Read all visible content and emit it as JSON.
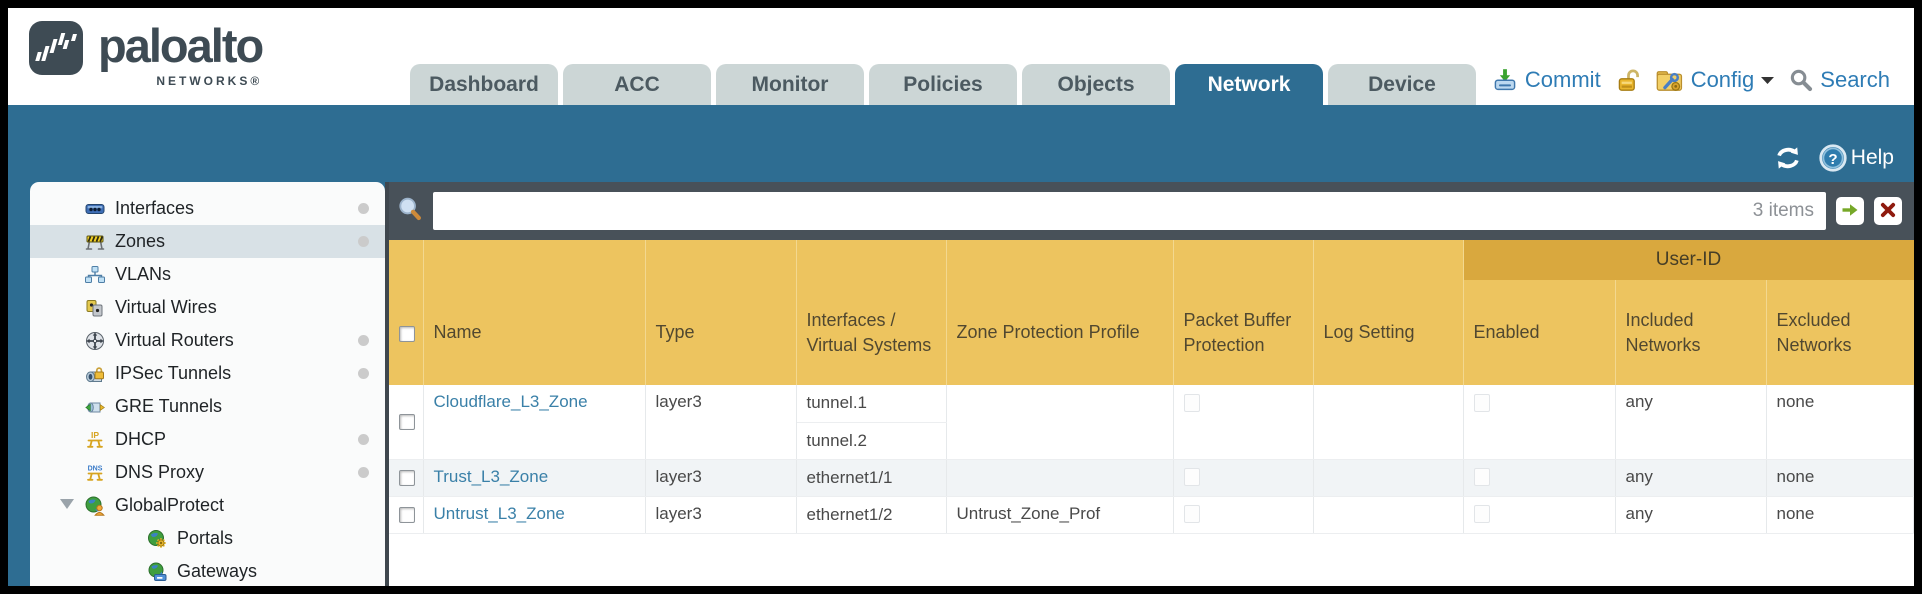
{
  "header": {
    "brand": {
      "name": "paloalto",
      "sub": "NETWORKS®"
    },
    "tabs": [
      {
        "label": "Dashboard",
        "active": false
      },
      {
        "label": "ACC",
        "active": false
      },
      {
        "label": "Monitor",
        "active": false
      },
      {
        "label": "Policies",
        "active": false
      },
      {
        "label": "Objects",
        "active": false
      },
      {
        "label": "Network",
        "active": true
      },
      {
        "label": "Device",
        "active": false
      }
    ],
    "utilities": {
      "commit_label": "Commit",
      "config_label": "Config",
      "search_label": "Search"
    }
  },
  "subheader": {
    "help_label": "Help"
  },
  "sidebar": {
    "items": [
      {
        "label": "Interfaces",
        "icon": "interfaces-icon",
        "selected": false,
        "dot": true,
        "indent": false,
        "expander": false
      },
      {
        "label": "Zones",
        "icon": "zones-icon",
        "selected": true,
        "dot": true,
        "indent": false,
        "expander": false
      },
      {
        "label": "VLANs",
        "icon": "vlans-icon",
        "selected": false,
        "dot": false,
        "indent": false,
        "expander": false
      },
      {
        "label": "Virtual Wires",
        "icon": "virtual-wires-icon",
        "selected": false,
        "dot": false,
        "indent": false,
        "expander": false
      },
      {
        "label": "Virtual Routers",
        "icon": "virtual-routers-icon",
        "selected": false,
        "dot": true,
        "indent": false,
        "expander": false
      },
      {
        "label": "IPSec Tunnels",
        "icon": "ipsec-tunnels-icon",
        "selected": false,
        "dot": true,
        "indent": false,
        "expander": false
      },
      {
        "label": "GRE Tunnels",
        "icon": "gre-tunnels-icon",
        "selected": false,
        "dot": false,
        "indent": false,
        "expander": false
      },
      {
        "label": "DHCP",
        "icon": "dhcp-icon",
        "selected": false,
        "dot": true,
        "indent": false,
        "expander": false
      },
      {
        "label": "DNS Proxy",
        "icon": "dns-proxy-icon",
        "selected": false,
        "dot": true,
        "indent": false,
        "expander": false
      },
      {
        "label": "GlobalProtect",
        "icon": "globalprotect-icon",
        "selected": false,
        "dot": false,
        "indent": false,
        "expander": true
      },
      {
        "label": "Portals",
        "icon": "portals-icon",
        "selected": false,
        "dot": false,
        "indent": true,
        "expander": false
      },
      {
        "label": "Gateways",
        "icon": "gateways-icon",
        "selected": false,
        "dot": false,
        "indent": true,
        "expander": false
      }
    ]
  },
  "filter": {
    "input_value": "",
    "items_count": "3 items"
  },
  "table": {
    "group_header": "User-ID",
    "columns_left": [
      "Name",
      "Type",
      "Interfaces / Virtual Systems",
      "Zone Protection Profile",
      "Packet Buffer Protection",
      "Log Setting"
    ],
    "columns_group": [
      "Enabled",
      "Included Networks",
      "Excluded Networks"
    ],
    "rows": [
      {
        "name": "Cloudflare_L3_Zone",
        "type": "layer3",
        "interfaces": [
          "tunnel.1",
          "tunnel.2"
        ],
        "zone_protection_profile": "",
        "packet_buffer_protection": false,
        "log_setting": "",
        "user_id_enabled": false,
        "included_networks": "any",
        "excluded_networks": "none"
      },
      {
        "name": "Trust_L3_Zone",
        "type": "layer3",
        "interfaces": [
          "ethernet1/1"
        ],
        "zone_protection_profile": "",
        "packet_buffer_protection": false,
        "log_setting": "",
        "user_id_enabled": false,
        "included_networks": "any",
        "excluded_networks": "none"
      },
      {
        "name": "Untrust_L3_Zone",
        "type": "layer3",
        "interfaces": [
          "ethernet1/2"
        ],
        "zone_protection_profile": "Untrust_Zone_Prof",
        "packet_buffer_protection": false,
        "log_setting": "",
        "user_id_enabled": false,
        "included_networks": "any",
        "excluded_networks": "none"
      }
    ]
  },
  "colors": {
    "accent_teal": "#2e6d92",
    "filter_bar": "#485159",
    "header_amber": "#edc45f",
    "userid_amber": "#d9a83e",
    "link_blue": "#2e7cb5",
    "zone_link_blue": "#3a80a8",
    "sidebar_selected": "#d8e1e6"
  }
}
